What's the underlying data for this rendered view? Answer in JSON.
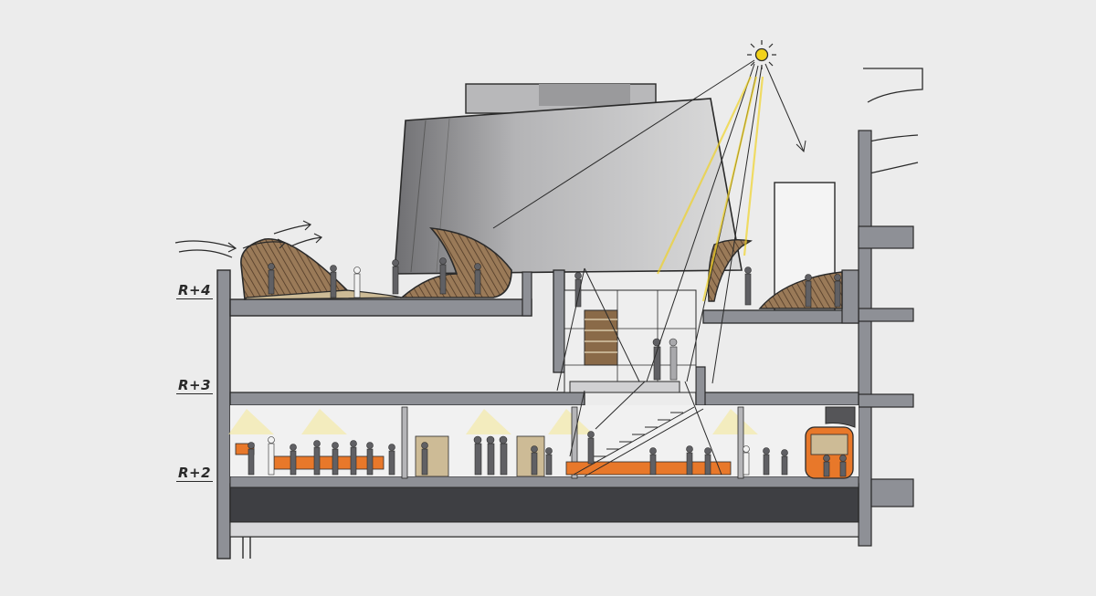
{
  "levels": [
    {
      "label": "R+4"
    },
    {
      "label": "R+3"
    },
    {
      "label": "R+2"
    }
  ],
  "colors": {
    "paper": "#ececec",
    "ink": "#2a2a2a",
    "wall_grey": "#8e9096",
    "dark_grey": "#4a4a4e",
    "accent_orange": "#e8782a",
    "sun_yellow": "#f2d21a",
    "wood": "#8a6a48",
    "warm_beige": "#cdbb96"
  },
  "icons": [
    "sun-icon",
    "wind-arrows-icon",
    "light-ray-arrows-icon"
  ]
}
